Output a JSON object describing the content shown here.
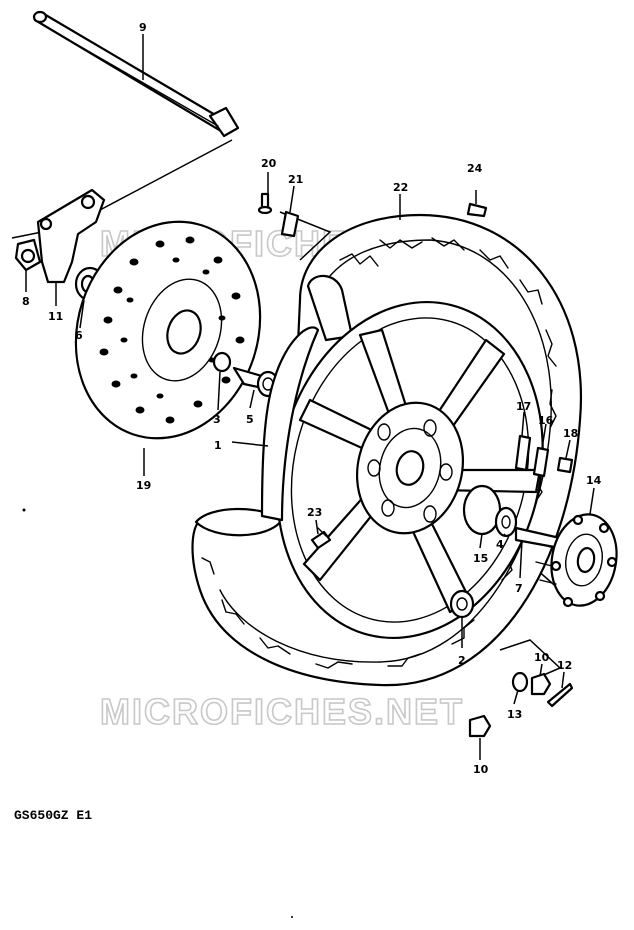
{
  "model_code": "GS650GZ  E1",
  "watermarks": [
    "MICROFICHES.NET",
    "MICROFICHES.NET"
  ],
  "callouts": [
    {
      "id": "c9",
      "label": "9"
    },
    {
      "id": "c20",
      "label": "20"
    },
    {
      "id": "c21",
      "label": "21"
    },
    {
      "id": "c22",
      "label": "22"
    },
    {
      "id": "c24",
      "label": "24"
    },
    {
      "id": "c8",
      "label": "8"
    },
    {
      "id": "c11",
      "label": "11"
    },
    {
      "id": "c6",
      "label": "6"
    },
    {
      "id": "c3",
      "label": "3"
    },
    {
      "id": "c5",
      "label": "5"
    },
    {
      "id": "c1",
      "label": "1"
    },
    {
      "id": "c19",
      "label": "19"
    },
    {
      "id": "c17",
      "label": "17"
    },
    {
      "id": "c16",
      "label": "16"
    },
    {
      "id": "c18",
      "label": "18"
    },
    {
      "id": "c14",
      "label": "14"
    },
    {
      "id": "c23",
      "label": "23"
    },
    {
      "id": "c15",
      "label": "15"
    },
    {
      "id": "c4",
      "label": "4"
    },
    {
      "id": "c7",
      "label": "7"
    },
    {
      "id": "c2",
      "label": "2"
    },
    {
      "id": "c10a",
      "label": "10"
    },
    {
      "id": "c12",
      "label": "12"
    },
    {
      "id": "c13",
      "label": "13"
    },
    {
      "id": "c10b",
      "label": "10"
    }
  ]
}
